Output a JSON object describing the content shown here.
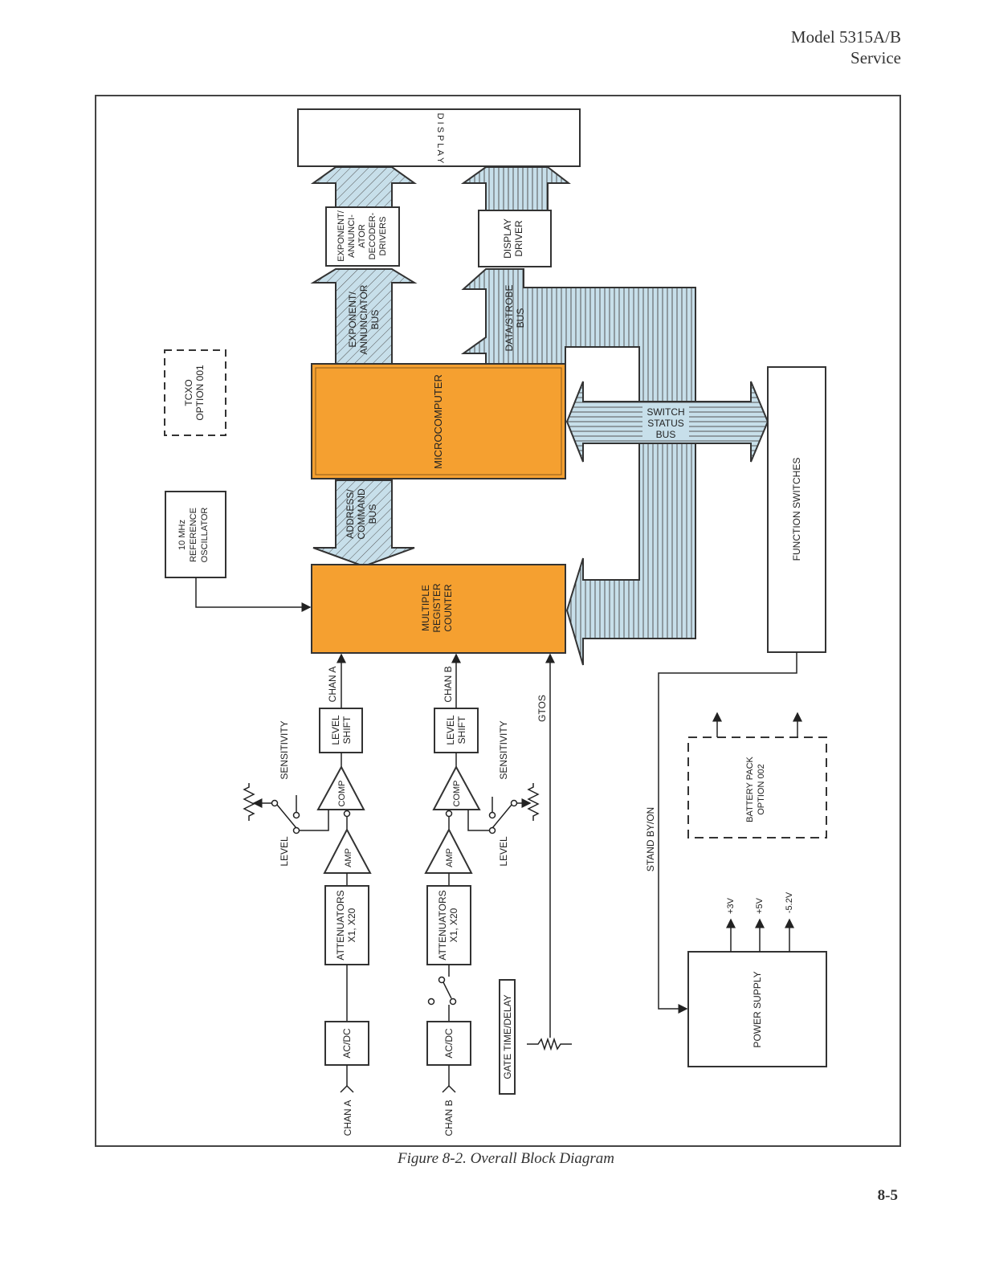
{
  "header": {
    "model": "Model 5315A/B",
    "section": "Service"
  },
  "caption": "Figure 8-2. Overall Block Diagram",
  "page_number": "8-5",
  "blocks": {
    "display": "D I S P L A Y",
    "exponent_driver": [
      "EXPONENT/",
      "ANNUNCI-",
      "ATOR",
      "DECODER-",
      "DRIVERS"
    ],
    "display_driver": [
      "DISPLAY",
      "DRIVER"
    ],
    "microcomputer": "MICROCOMPUTER",
    "counter": [
      "MULTIPLE",
      "REGISTER",
      "COUNTER"
    ],
    "tcxo": [
      "TCXO",
      "OPTION 001"
    ],
    "ref_osc": [
      "10 MHz",
      "REFERENCE",
      "OSCILLATOR"
    ],
    "function_switches": "FUNCTION SWITCHES",
    "battery": [
      "BATTERY PACK",
      "OPTION 002"
    ],
    "power_supply": "POWER SUPPLY",
    "gate_time": "GATE TIME/DELAY",
    "level_shift": [
      "LEVEL",
      "SHIFT"
    ],
    "comp": "COMP",
    "amp": "AMP",
    "attenuators": [
      "ATTENUATORS",
      "X1, X20"
    ],
    "acdc": "AC/DC"
  },
  "buses": {
    "exponent_bus": [
      "EXPONENT/",
      "ANNUNCIATOR",
      "BUS"
    ],
    "data_strobe_bus": [
      "DATA/STROBE",
      "BUS"
    ],
    "address_bus": [
      "ADDRESS/",
      "COMMAND",
      "BUS"
    ],
    "switch_status_bus": [
      "SWITCH",
      "STATUS",
      "BUS"
    ]
  },
  "signals": {
    "chan_a": "CHAN A",
    "chan_b": "CHAN B",
    "gtos": "GTOS",
    "sensitivity": "SENSITIVITY",
    "level": "LEVEL",
    "stand_by_on": "STAND BY/ON",
    "plus3v": "+3V",
    "plus5v": "+5V",
    "minus52v": "-5.2V"
  },
  "colors": {
    "orange": "#f5a030",
    "blue": "#bfdbe8",
    "ink": "#222222"
  }
}
